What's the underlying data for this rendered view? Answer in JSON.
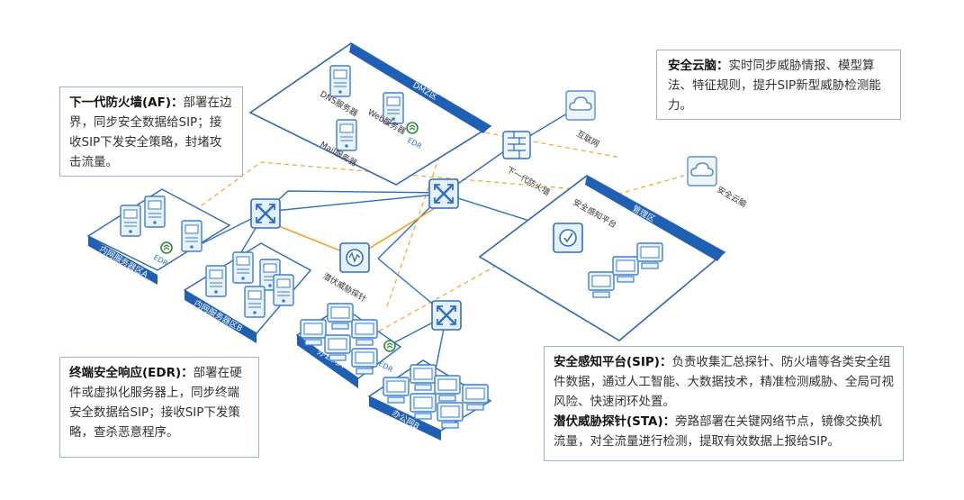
{
  "colors": {
    "zone_header": "#1f5fb4",
    "zone_border": "#2b66b8",
    "server_fill": "#e9f2fb",
    "server_stroke": "#3d7fc9",
    "switch_fill": "#e4f0fb",
    "cloud_stroke": "#5a8fcf",
    "dashed_link": "#f2a42a",
    "sta_link": "#f0a020",
    "solid_link": "#2e6fc4",
    "callout_border": "#9fb3c8"
  },
  "zones": {
    "dmz": "DMZ区",
    "mgmt": "管理区",
    "srvA": "内网服务器区A",
    "srvB": "内网服务器区B",
    "officeA": "办公网A",
    "officeB": "办公网B"
  },
  "labels": {
    "dns": "DNS服务器",
    "web": "Web服务器",
    "mail": "Mail服务器",
    "edr": "EDR",
    "internet": "互联网",
    "fw": "下一代防火墙",
    "cloud_brain": "安全云脑",
    "sip": "安全感知平台",
    "sta": "潜伏威胁探针"
  },
  "callouts": {
    "af": {
      "title": "下一代防火墙(AF)：",
      "text": "部署在边界，同步安全数据给SIP；接收SIP下发安全策略，封堵攻击流量。"
    },
    "cloud": {
      "title": "安全云脑：",
      "text": "实时同步威胁情报、模型算法、特征规则，提升SIP新型威胁检测能力。"
    },
    "edr": {
      "title": "终端安全响应(EDR)：",
      "text": "部署在硬件或虚拟化服务器上，同步终端安全数据给SIP；接收SIP下发策略，查杀恶意程序。"
    },
    "sip": {
      "title": "安全感知平台(SIP)：",
      "text": "负责收集汇总探针、防火墙等各类安全组件数据，通过人工智能、大数据技术，精准检测威胁、全局可视风险、快速闭环处置。"
    },
    "sta": {
      "title": "潜伏威胁探针(STA)：",
      "text": "旁路部署在关键网络节点，镜像交换机流量，对全流量进行检测，提取有效数据上报给SIP。"
    }
  }
}
